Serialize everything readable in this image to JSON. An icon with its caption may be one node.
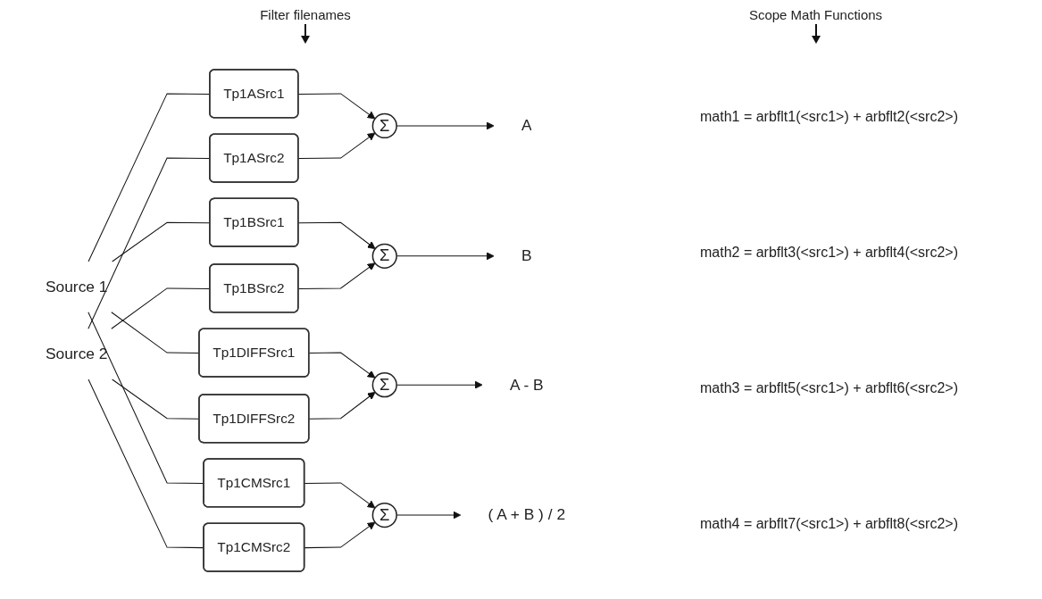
{
  "diagram": {
    "nodes": [
      {
        "text": [
          "Source 1"
        ]
      },
      {
        "text": [
          "Source 2"
        ]
      },
      {
        "text": [
          "Tp1ASrc1"
        ]
      },
      {
        "text": [
          "Tp1ASrc2"
        ]
      },
      {
        "text": [
          "Σ"
        ]
      },
      {
        "text": [
          "A"
        ]
      },
      {
        "text": [
          "Tp1BSrc1"
        ]
      },
      {
        "text": [
          "Tp1BSrc2"
        ]
      },
      {
        "text": [
          "Σ"
        ]
      },
      {
        "text": [
          "B"
        ]
      },
      {
        "text": [
          "Tp1DIFFSrc1"
        ]
      },
      {
        "text": [
          "Tp1DIFFSrc2"
        ]
      },
      {
        "text": [
          "Σ"
        ]
      },
      {
        "text": [
          "A - B"
        ]
      },
      {
        "text": [
          "Tp1CMSrc1"
        ]
      },
      {
        "text": [
          "Tp1CMSrc2"
        ]
      },
      {
        "text": [
          "Σ"
        ]
      },
      {
        "text": [
          "( A + B ) / 2"
        ]
      }
    ],
    "edges": [
      {
        "from": 0,
        "to": 2,
        "arrow": "none"
      },
      {
        "from": 0,
        "to": 6,
        "arrow": "none"
      },
      {
        "from": 0,
        "to": 10,
        "arrow": "none"
      },
      {
        "from": 0,
        "to": 14,
        "arrow": "none"
      },
      {
        "from": 1,
        "to": 3,
        "arrow": "none"
      },
      {
        "from": 1,
        "to": 7,
        "arrow": "none"
      },
      {
        "from": 1,
        "to": 11,
        "arrow": "none"
      },
      {
        "from": 1,
        "to": 15,
        "arrow": "none"
      },
      {
        "from": 2,
        "to": 4,
        "arrow": "to"
      },
      {
        "from": 3,
        "to": 4,
        "arrow": "to"
      },
      {
        "from": 4,
        "to": 5,
        "arrow": "to"
      },
      {
        "from": 6,
        "to": 8,
        "arrow": "to"
      },
      {
        "from": 7,
        "to": 8,
        "arrow": "to"
      },
      {
        "from": 8,
        "to": 9,
        "arrow": "to"
      },
      {
        "from": 10,
        "to": 12,
        "arrow": "to"
      },
      {
        "from": 11,
        "to": 12,
        "arrow": "to"
      },
      {
        "from": 12,
        "to": 13,
        "arrow": "to"
      },
      {
        "from": 14,
        "to": 16,
        "arrow": "to"
      },
      {
        "from": 15,
        "to": 16,
        "arrow": "to"
      },
      {
        "from": 16,
        "to": 17,
        "arrow": "to"
      }
    ],
    "labels": [
      "Filter filenames",
      "Scope Math Functions",
      "math1 = arbflt1(<src1>) + arbflt2(<src2>)",
      "math2 = arbflt3(<src1>) + arbflt4(<src2>)",
      "math3 = arbflt5(<src1>) + arbflt6(<src2>)",
      "math4 = arbflt7(<src1>) + arbflt8(<src2>)"
    ]
  }
}
